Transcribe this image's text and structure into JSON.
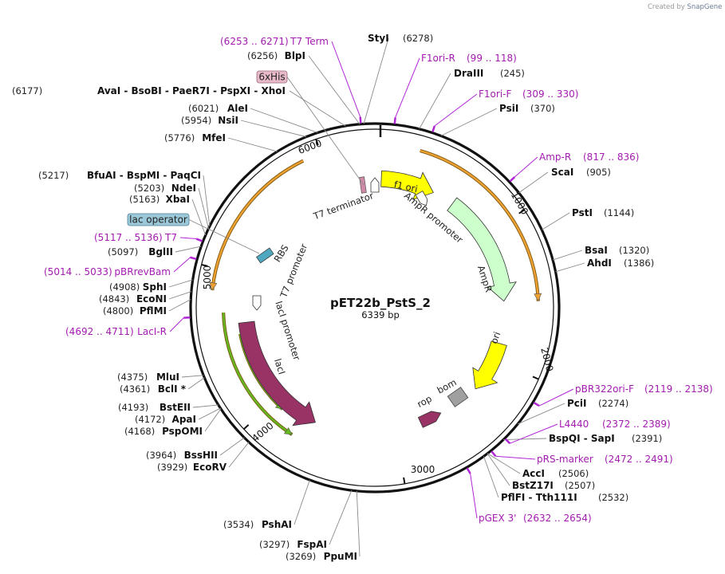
{
  "credit": {
    "created_by": "Created by",
    "app": "SnapGene"
  },
  "plasmid": {
    "name": "pET22b_PstS_2",
    "length": "6339 bp",
    "total_bp": 6339
  },
  "bp_ticks": [
    "1000",
    "2000",
    "3000",
    "4000",
    "5000",
    "6000"
  ],
  "sites": [
    {
      "bp": 6278,
      "name": "StyI",
      "pos": "(6278)"
    },
    {
      "bp": 6256,
      "name": "BlpI",
      "pos": "(6256)"
    },
    {
      "bp": 6177,
      "name": "AvaI  -  BsoBI  -  PaeR7I  -  PspXI  -  XhoI",
      "pos": "(6177)"
    },
    {
      "bp": 6021,
      "name": "AleI",
      "pos": "(6021)"
    },
    {
      "bp": 5954,
      "name": "NsiI",
      "pos": "(5954)"
    },
    {
      "bp": 5776,
      "name": "MfeI",
      "pos": "(5776)"
    },
    {
      "bp": 5217,
      "name": "BfuAI  -  BspMI  -  PaqCI",
      "pos": "(5217)"
    },
    {
      "bp": 5203,
      "name": "NdeI",
      "pos": "(5203)"
    },
    {
      "bp": 5163,
      "name": "XbaI",
      "pos": "(5163)"
    },
    {
      "bp": 5097,
      "name": "BglII",
      "pos": "(5097)"
    },
    {
      "bp": 4908,
      "name": "SphI",
      "pos": "(4908)"
    },
    {
      "bp": 4843,
      "name": "EcoNI",
      "pos": "(4843)"
    },
    {
      "bp": 4800,
      "name": "PflMI",
      "pos": "(4800)"
    },
    {
      "bp": 4375,
      "name": "MluI",
      "pos": "(4375)"
    },
    {
      "bp": 4361,
      "name": "BclI *",
      "pos": "(4361)"
    },
    {
      "bp": 4193,
      "name": "BstEII",
      "pos": "(4193)"
    },
    {
      "bp": 4172,
      "name": "ApaI",
      "pos": "(4172)"
    },
    {
      "bp": 4168,
      "name": "PspOMI",
      "pos": "(4168)"
    },
    {
      "bp": 3964,
      "name": "BssHII",
      "pos": "(3964)"
    },
    {
      "bp": 3929,
      "name": "EcoRV",
      "pos": "(3929)"
    },
    {
      "bp": 3534,
      "name": "PshAI",
      "pos": "(3534)"
    },
    {
      "bp": 3297,
      "name": "FspAI",
      "pos": "(3297)"
    },
    {
      "bp": 3269,
      "name": "PpuMI",
      "pos": "(3269)"
    },
    {
      "bp": 245,
      "name": "DraIII",
      "pos": "(245)"
    },
    {
      "bp": 370,
      "name": "PsiI",
      "pos": "(370)"
    },
    {
      "bp": 905,
      "name": "ScaI",
      "pos": "(905)"
    },
    {
      "bp": 1144,
      "name": "PstI",
      "pos": "(1144)"
    },
    {
      "bp": 1320,
      "name": "BsaI",
      "pos": "(1320)"
    },
    {
      "bp": 1386,
      "name": "AhdI",
      "pos": "(1386)"
    },
    {
      "bp": 2274,
      "name": "PciI",
      "pos": "(2274)"
    },
    {
      "bp": 2391,
      "name": "BspQI  -  SapI",
      "pos": "(2391)"
    },
    {
      "bp": 2506,
      "name": "AccI",
      "pos": "(2506)"
    },
    {
      "bp": 2507,
      "name": "BstZ17I",
      "pos": "(2507)"
    },
    {
      "bp": 2532,
      "name": "PflFI  -  Tth111I",
      "pos": "(2532)"
    }
  ],
  "primers": [
    {
      "bp": 6262,
      "name": "T7 Term",
      "range": "(6253 .. 6271)"
    },
    {
      "bp": 108,
      "name": "F1ori-R",
      "range": "(99 .. 118)"
    },
    {
      "bp": 320,
      "name": "F1ori-F",
      "range": "(309 .. 330)"
    },
    {
      "bp": 826,
      "name": "Amp-R",
      "range": "(817 .. 836)"
    },
    {
      "bp": 5126,
      "name": "T7",
      "range": "(5117 .. 5136)"
    },
    {
      "bp": 5023,
      "name": "pBRrevBam",
      "range": "(5014 .. 5033)"
    },
    {
      "bp": 4701,
      "name": "LacI-R",
      "range": "(4692 .. 4711)"
    },
    {
      "bp": 2128,
      "name": "pBR322ori-F",
      "range": "(2119 .. 2138)"
    },
    {
      "bp": 2380,
      "name": "L4440",
      "range": "(2372 .. 2389)"
    },
    {
      "bp": 2481,
      "name": "pRS-marker",
      "range": "(2472 .. 2491)"
    },
    {
      "bp": 2643,
      "name": "pGEX 3'",
      "range": "(2632 .. 2654)"
    }
  ],
  "tags": [
    {
      "label": "6xHis",
      "color": "#e8b9c9",
      "border": "#9a6a7a"
    },
    {
      "label": "lac operator",
      "color": "#9cc9d9",
      "border": "#4c7f93"
    }
  ],
  "features": [
    {
      "name": "f1 ori",
      "color": "#ffff00"
    },
    {
      "name": "AmpR promoter",
      "color": "#ffffff"
    },
    {
      "name": "AmpR",
      "color": "#ccffcc"
    },
    {
      "name": "ori",
      "color": "#ffff00"
    },
    {
      "name": "bom",
      "color": "#a0a0a0"
    },
    {
      "name": "rop",
      "color": "#993366"
    },
    {
      "name": "lacI",
      "color": "#993366"
    },
    {
      "name": "lacI promoter",
      "color": "#ffffff"
    },
    {
      "name": "T7 promoter",
      "color": "#ffffff"
    },
    {
      "name": "RBS",
      "color": "#ffffff"
    },
    {
      "name": "T7 terminator",
      "color": "#ffffff"
    }
  ],
  "arc_colors": {
    "orange": "#f0a030",
    "green": "#66b820"
  }
}
